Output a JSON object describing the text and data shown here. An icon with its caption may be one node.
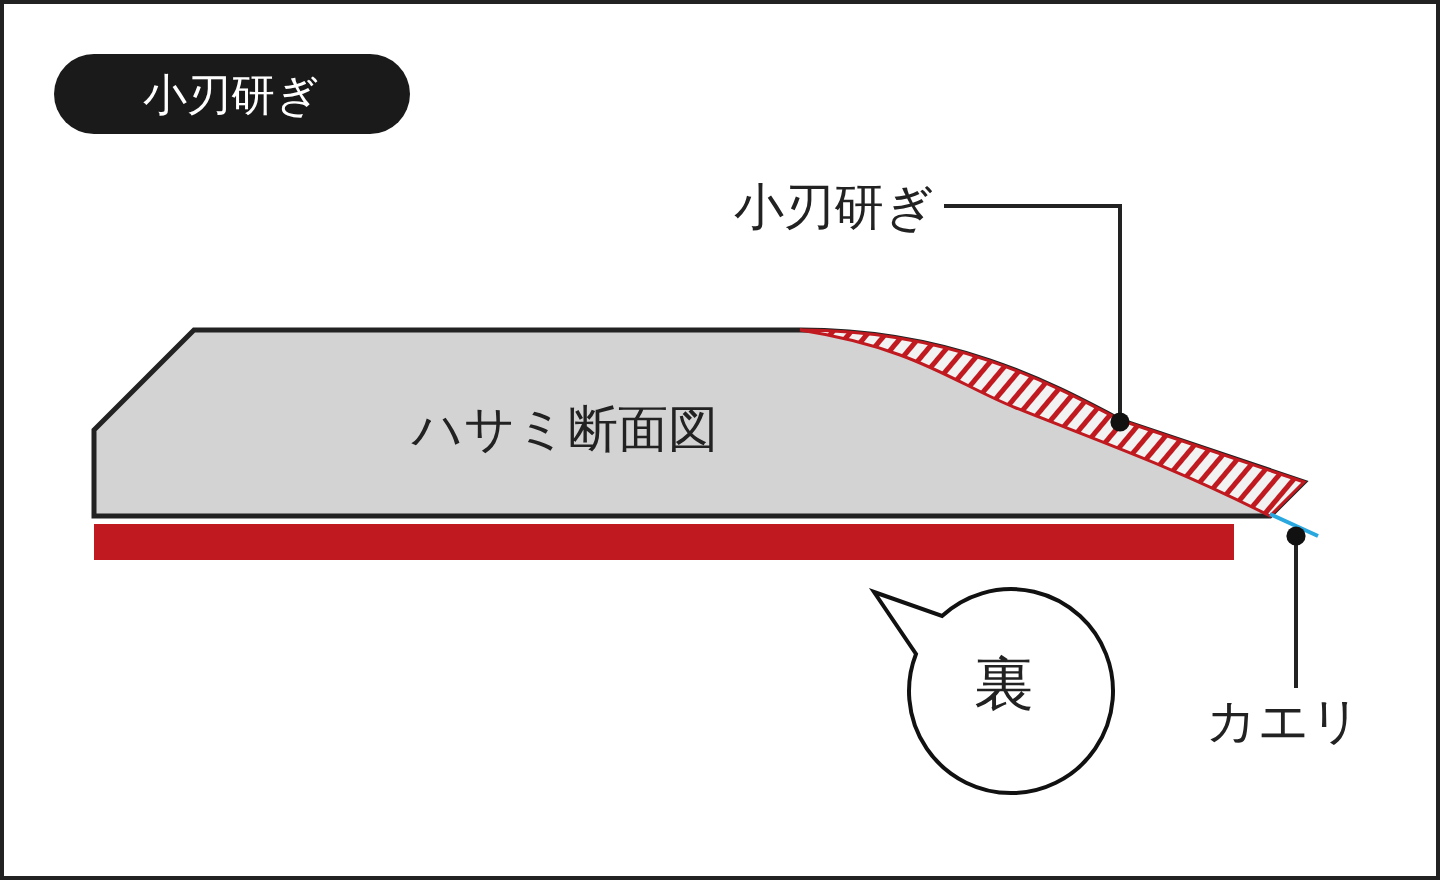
{
  "diagram": {
    "nodes": [
      {
        "text": [
          "小刃研ぎ"
        ]
      },
      {
        "text": [
          "小刃研ぎ"
        ]
      },
      {
        "text": [
          "ハサミ断面図"
        ]
      },
      {
        "text": [],
        "shape": "band",
        "in": 2
      },
      {
        "text": [
          "カエリ"
        ]
      },
      {
        "text": [],
        "shape": "line"
      },
      {
        "text": [],
        "shape": "bar"
      },
      {
        "text": [
          "裏"
        ]
      }
    ],
    "edges": [
      {
        "from": 1,
        "to": 3,
        "arrow": "other"
      },
      {
        "from": 4,
        "to": 5,
        "arrow": "other"
      }
    ]
  }
}
